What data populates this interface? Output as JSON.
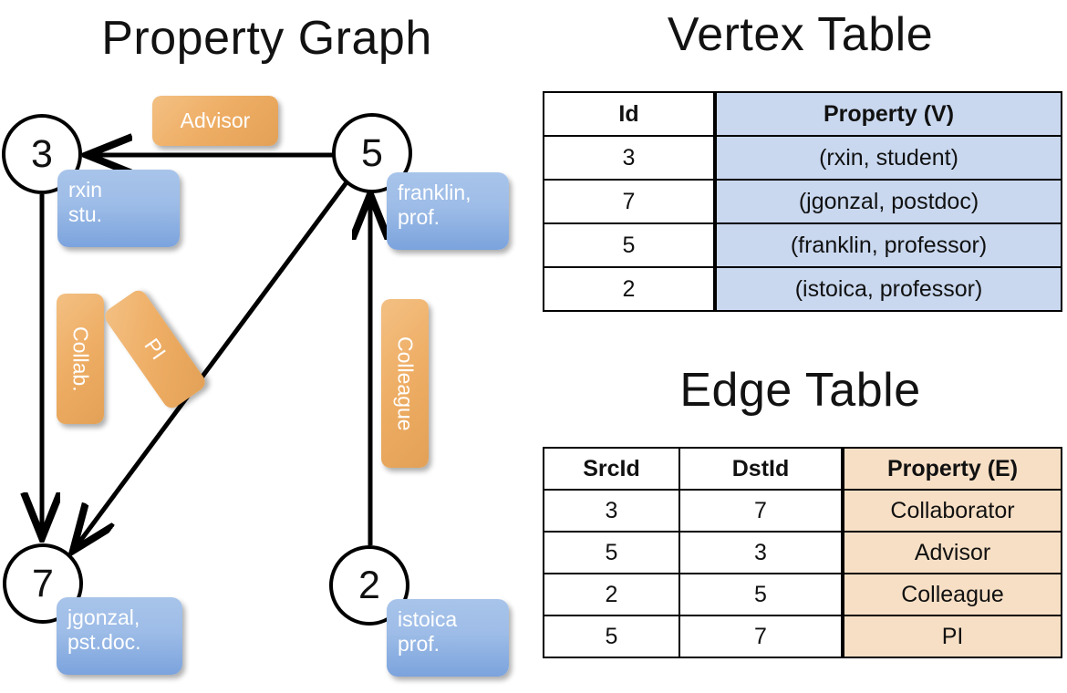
{
  "titles": {
    "property_graph": "Property Graph",
    "vertex_table": "Vertex Table",
    "edge_table": "Edge Table"
  },
  "graph": {
    "nodes": [
      {
        "id": "3",
        "property": "rxin\nstu."
      },
      {
        "id": "5",
        "property": "franklin,\nprof."
      },
      {
        "id": "7",
        "property": "jgonzal,\npst.doc."
      },
      {
        "id": "2",
        "property": "istoica\nprof."
      }
    ],
    "node_labels": {
      "n3": "3",
      "n5": "5",
      "n7": "7",
      "n2": "2"
    },
    "node_props": {
      "n3_line1": "rxin",
      "n3_line2": "stu.",
      "n5_line1": "franklin,",
      "n5_line2": "prof.",
      "n7_line1": "jgonzal,",
      "n7_line2": "pst.doc.",
      "n2_line1": "istoica",
      "n2_line2": "prof."
    },
    "edge_badges": {
      "advisor": "Advisor",
      "collab": "Collab.",
      "pi": "PI",
      "colleague": "Colleague"
    },
    "edges": [
      {
        "from": "5",
        "to": "3",
        "label": "Advisor"
      },
      {
        "from": "3",
        "to": "7",
        "label": "Collab."
      },
      {
        "from": "5",
        "to": "7",
        "label": "PI"
      },
      {
        "from": "2",
        "to": "5",
        "label": "Colleague"
      }
    ]
  },
  "vertex_table": {
    "headers": [
      "Id",
      "Property (V)"
    ],
    "rows": [
      {
        "id": "3",
        "property": "(rxin, student)"
      },
      {
        "id": "7",
        "property": "(jgonzal, postdoc)"
      },
      {
        "id": "5",
        "property": "(franklin, professor)"
      },
      {
        "id": "2",
        "property": "(istoica, professor)"
      }
    ]
  },
  "edge_table": {
    "headers": [
      "SrcId",
      "DstId",
      "Property (E)"
    ],
    "rows": [
      {
        "src": "3",
        "dst": "7",
        "property": "Collaborator"
      },
      {
        "src": "5",
        "dst": "3",
        "property": "Advisor"
      },
      {
        "src": "2",
        "dst": "5",
        "property": "Colleague"
      },
      {
        "src": "5",
        "dst": "7",
        "property": "PI"
      }
    ]
  },
  "colors": {
    "vertex_property_fill": "#c9d8ef",
    "edge_property_fill": "#f7dfc5",
    "node_box_blue": "#9dbce7",
    "edge_badge_orange": "#eead64",
    "stroke": "#000000",
    "background": "#ffffff"
  }
}
